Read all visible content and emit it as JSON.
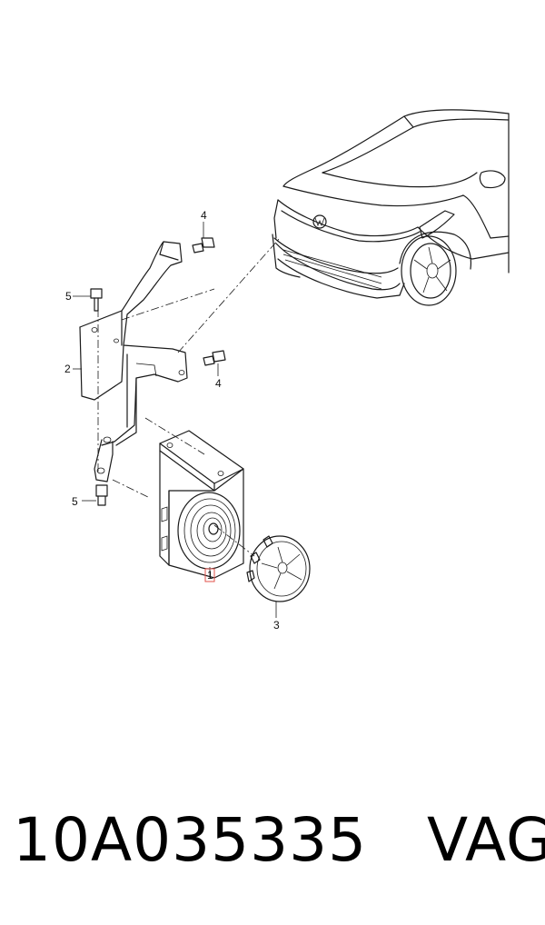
{
  "callouts": {
    "c1": "1",
    "c2": "2",
    "c3": "3",
    "c4_top": "4",
    "c4_right": "4",
    "c5_top": "5",
    "c5_bottom": "5"
  },
  "footer": {
    "part_number": "10A035335",
    "brand": "VAG"
  },
  "colors": {
    "line": "#1a1a1a",
    "highlight": "#e0504a",
    "text": "#000000"
  }
}
